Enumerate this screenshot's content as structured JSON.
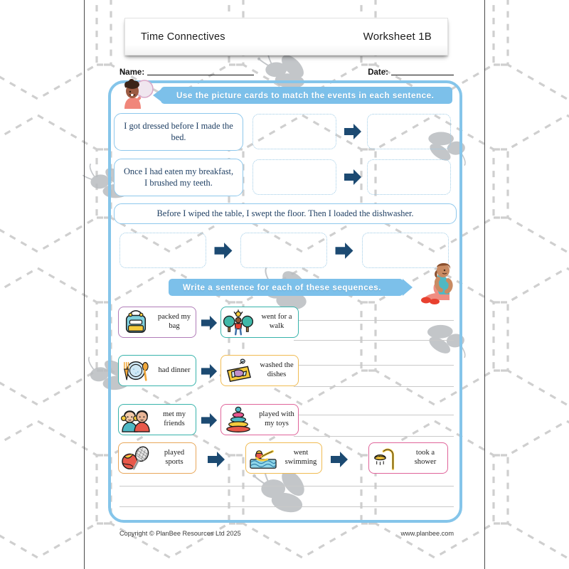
{
  "header": {
    "title": "Time Connectives",
    "worksheet_label": "Worksheet 1B",
    "name_label": "Name:",
    "date_label": "Date:"
  },
  "banners": {
    "instruction_1": "Use the picture cards to match the events in each sentence.",
    "instruction_2": "Write a sentence for each of these sequences."
  },
  "section1": {
    "sentences": [
      "I got dressed before I made the bed.",
      "Once I had eaten my breakfast, I brushed my teeth.",
      "Before I wiped the table, I swept the floor. Then I loaded the dishwasher."
    ]
  },
  "section2": {
    "rows": [
      {
        "cards": [
          {
            "label": "packed my bag",
            "icon": "backpack-icon",
            "border": "#b07cb8"
          },
          {
            "label": "went for a walk",
            "icon": "walk-park-icon",
            "border": "#37b3ab"
          }
        ]
      },
      {
        "cards": [
          {
            "label": "had dinner",
            "icon": "dinner-plate-icon",
            "border": "#37b3ab"
          },
          {
            "label": "washed the dishes",
            "icon": "washing-dishes-icon",
            "border": "#f0bb52"
          }
        ]
      },
      {
        "cards": [
          {
            "label": "met my friends",
            "icon": "two-friends-icon",
            "border": "#37b3ab"
          },
          {
            "label": "played with my toys",
            "icon": "stacking-rings-icon",
            "border": "#e0649a"
          }
        ]
      },
      {
        "cards": [
          {
            "label": "played sports",
            "icon": "ball-racket-icon",
            "border": "#e8a75a"
          },
          {
            "label": "went swimming",
            "icon": "swimming-icon",
            "border": "#f0bb52"
          },
          {
            "label": "took a shower",
            "icon": "shower-icon",
            "border": "#e0649a"
          }
        ]
      }
    ]
  },
  "footer": {
    "copyright": "Copyright © PlanBee Resources Ltd 2025",
    "website": "www.planbee.com"
  },
  "colors": {
    "frame_blue": "#85c5ea",
    "banner_blue": "#7cc0ea",
    "arrow_navy": "#1c4a72",
    "sentence_text": "#1f3f63",
    "dotted_border": "#9ecbe6"
  }
}
